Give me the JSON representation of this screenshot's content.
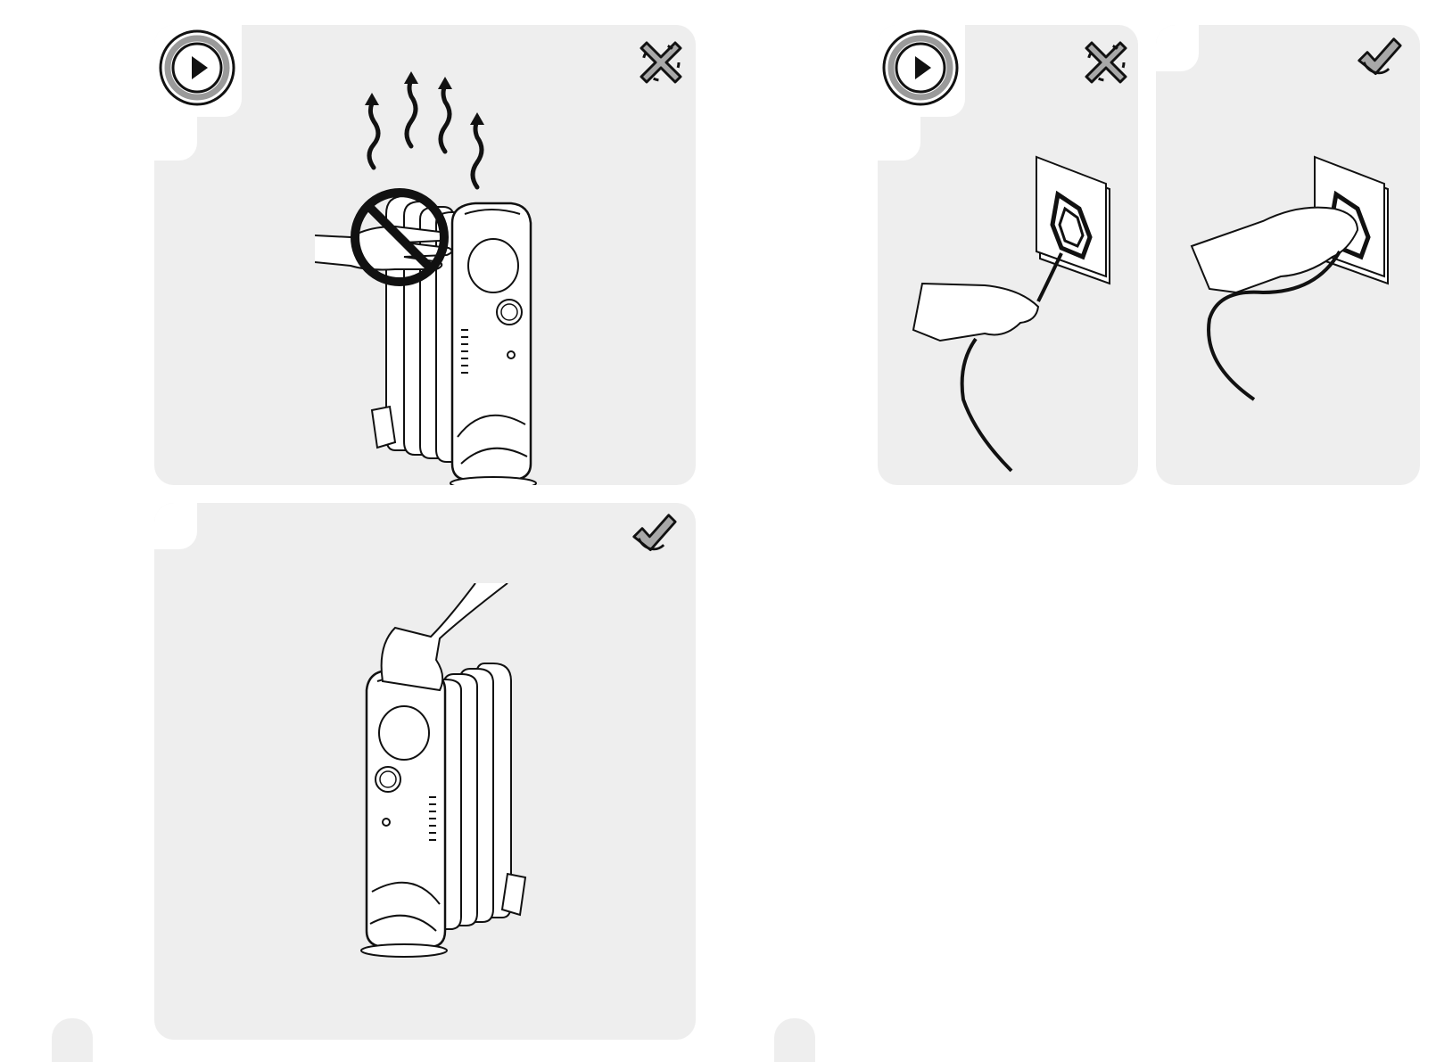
{
  "colors": {
    "panel_bg": "#eeeeee",
    "page_bg": "#ffffff",
    "line": "#111111",
    "badge_gray": "#9a9a9a",
    "mark_gray": "#a8a8a8"
  },
  "panels": [
    {
      "id": "touch-hot-heater",
      "status_icon": "cross-mark-icon",
      "has_play_badge": true
    },
    {
      "id": "pull-cord-from-socket",
      "status_icon": "cross-mark-icon",
      "has_play_badge": true
    },
    {
      "id": "pull-plug-from-socket",
      "status_icon": "check-mark-icon",
      "has_play_badge": false
    },
    {
      "id": "carry-by-handle",
      "status_icon": "check-mark-icon",
      "has_play_badge": false
    }
  ],
  "icons": {
    "play": "play-badge-icon",
    "wrong": "cross-mark-icon",
    "right": "check-mark-icon",
    "no": "prohibition-icon"
  }
}
